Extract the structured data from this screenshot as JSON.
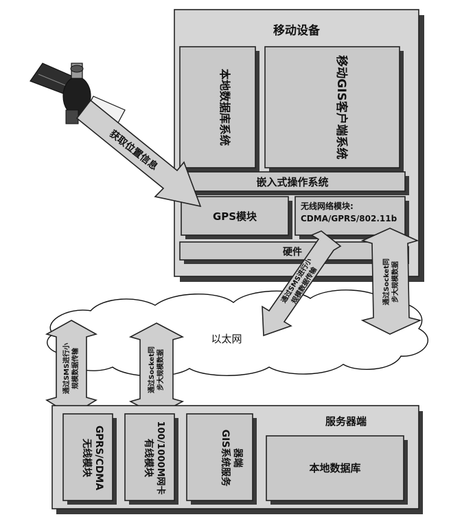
{
  "mobile": {
    "title": "移动设备",
    "local_db": "本地数据库系统",
    "gis_client": "移动GIS客户端系统",
    "embedded_os": "嵌入式操作系统",
    "gps_module": "GPS模块",
    "wireless_module_line1": "无线网络模块:",
    "wireless_module_line2": "CDMA/GPRS/802.11b",
    "hardware": "硬件"
  },
  "satellite": {
    "arrow_label": "获取位置信息"
  },
  "cloud": {
    "label": "以太网"
  },
  "links": {
    "sms_top_line1": "通过SMS进行小",
    "sms_top_line2": "规模数据传输",
    "socket_top_line1": "通过Socket同",
    "socket_top_line2": "步大规模数据",
    "sms_bottom_line1": "通过SMS进行小",
    "sms_bottom_line2": "规模数据传输",
    "socket_bottom_line1": "通过Socket同",
    "socket_bottom_line2": "步大规模数据"
  },
  "server": {
    "title": "服务器端",
    "wireless_line1": "无线模块",
    "wireless_line2": "GPRS/CDMA",
    "wired_line1": "有线模块",
    "wired_line2": "100/1000M网卡",
    "gis_service_line1": "GIS系统服务",
    "gis_service_line2": "器端",
    "local_db": "本地数据库"
  }
}
